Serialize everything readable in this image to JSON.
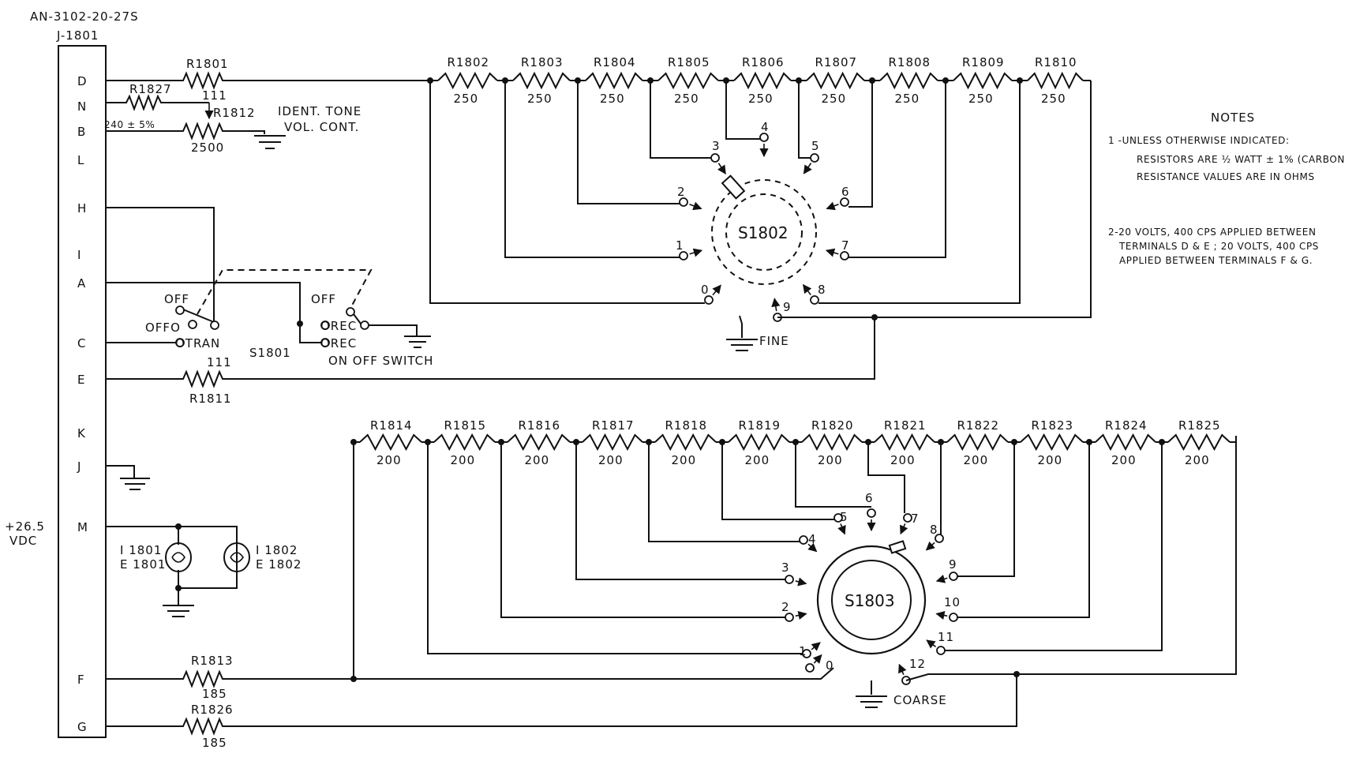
{
  "connector": {
    "type_label": "AN-3102-20-27S",
    "ref_label": "J-1801",
    "pins": [
      "D",
      "N",
      "B",
      "L",
      "H",
      "I",
      "A",
      "C",
      "E",
      "K",
      "J",
      "M",
      "F",
      "G"
    ]
  },
  "supply_label_line1": "+26.5",
  "supply_label_line2": "VDC",
  "resistors": {
    "r1801": {
      "ref": "R1801",
      "value": "111"
    },
    "r1827": {
      "ref": "R1827",
      "value": "240 ± 5%"
    },
    "r1812": {
      "ref": "R1812",
      "value": "2500"
    },
    "r1811": {
      "ref": "R1811",
      "value": "111"
    },
    "r1813": {
      "ref": "R1813",
      "value": "185"
    },
    "r1826": {
      "ref": "R1826",
      "value": "185"
    },
    "fine_chain": [
      {
        "ref": "R1802",
        "value": "250"
      },
      {
        "ref": "R1803",
        "value": "250"
      },
      {
        "ref": "R1804",
        "value": "250"
      },
      {
        "ref": "R1805",
        "value": "250"
      },
      {
        "ref": "R1806",
        "value": "250"
      },
      {
        "ref": "R1807",
        "value": "250"
      },
      {
        "ref": "R1808",
        "value": "250"
      },
      {
        "ref": "R1809",
        "value": "250"
      },
      {
        "ref": "R1810",
        "value": "250"
      }
    ],
    "coarse_chain": [
      {
        "ref": "R1814",
        "value": "200"
      },
      {
        "ref": "R1815",
        "value": "200"
      },
      {
        "ref": "R1816",
        "value": "200"
      },
      {
        "ref": "R1817",
        "value": "200"
      },
      {
        "ref": "R1818",
        "value": "200"
      },
      {
        "ref": "R1819",
        "value": "200"
      },
      {
        "ref": "R1820",
        "value": "200"
      },
      {
        "ref": "R1821",
        "value": "200"
      },
      {
        "ref": "R1822",
        "value": "200"
      },
      {
        "ref": "R1823",
        "value": "200"
      },
      {
        "ref": "R1824",
        "value": "200"
      },
      {
        "ref": "R1825",
        "value": "200"
      }
    ]
  },
  "ident_tone": {
    "line1": "IDENT. TONE",
    "line2": "VOL. CONT."
  },
  "switch_s1801": {
    "ref": "S1801",
    "off_left": "OFF",
    "offo": "OFFO",
    "tran": "OTRAN",
    "off_right": "OFF",
    "rec1": "OREC",
    "rec2": "OREC",
    "caption": "ON OFF SWITCH"
  },
  "switch_s1802": {
    "ref": "S1802",
    "caption": "FINE",
    "positions": [
      "0",
      "1",
      "2",
      "3",
      "4",
      "5",
      "6",
      "7",
      "8",
      "9"
    ]
  },
  "switch_s1803": {
    "ref": "S1803",
    "caption": "COARSE",
    "positions": [
      "0",
      "1",
      "2",
      "3",
      "4",
      "5",
      "6",
      "7",
      "8",
      "9",
      "10",
      "11",
      "12"
    ]
  },
  "lamps": {
    "left_ref": "I 1801",
    "left_sub": "E 1801",
    "right_ref": "I 1802",
    "right_sub": "E 1802"
  },
  "notes": {
    "title": "NOTES",
    "n1_line1": "1 -UNLESS OTHERWISE INDICATED:",
    "n1_line2": "RESISTORS ARE ½ WATT ± 1% (CARBON",
    "n1_line3": "RESISTANCE VALUES ARE IN OHMS",
    "n2_line1": "2-20 VOLTS, 400 CPS APPLIED BETWEEN",
    "n2_line2": "TERMINALS D & E ; 20 VOLTS, 400 CPS",
    "n2_line3": "APPLIED BETWEEN TERMINALS F & G."
  }
}
